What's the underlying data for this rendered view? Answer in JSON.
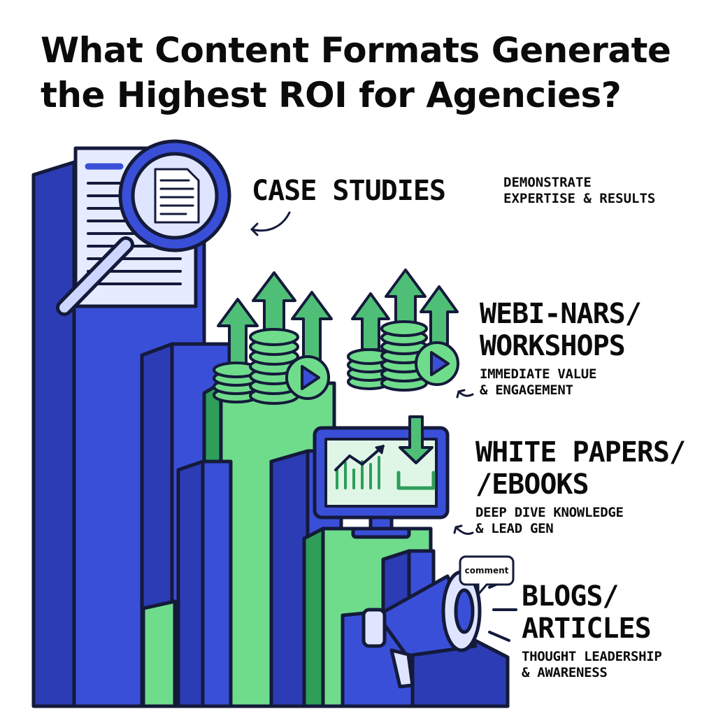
{
  "title": {
    "line1": "What Content Formats Generate",
    "line2": "the Highest ROI for Agencies?"
  },
  "formats": [
    {
      "id": "case-studies",
      "name_lines": [
        "CASE STUDIES"
      ],
      "desc_lines": [
        "DEMONSTRATE",
        "EXPERTISE & RESULTS"
      ],
      "icon": "magnifier-document-icon"
    },
    {
      "id": "webinars",
      "name_lines": [
        "WEBI-NARS/",
        "WORKSHOPS"
      ],
      "desc_lines": [
        "IMMEDIATE VALUE",
        "& ENGAGEMENT"
      ],
      "icon": "coins-arrows-play-icon"
    },
    {
      "id": "white-papers",
      "name_lines": [
        "WHITE PAPERS/",
        "/EBOOKS"
      ],
      "desc_lines": [
        "DEEP DIVE KNOWLEDGE",
        "& LEAD GEN"
      ],
      "icon": "monitor-download-icon"
    },
    {
      "id": "blogs",
      "name_lines": [
        "BLOGS/",
        "ARTICLES"
      ],
      "desc_lines": [
        "THOUGHT LEADERSHIP",
        "& AWARENESS"
      ],
      "icon": "megaphone-icon"
    }
  ],
  "bubble": {
    "text": "comment"
  },
  "colors": {
    "blue": "#3a4fd8",
    "blue_dark": "#2c3cb5",
    "green": "#6fdc8c",
    "green_dark": "#2e9e58",
    "outline": "#141a3a"
  }
}
